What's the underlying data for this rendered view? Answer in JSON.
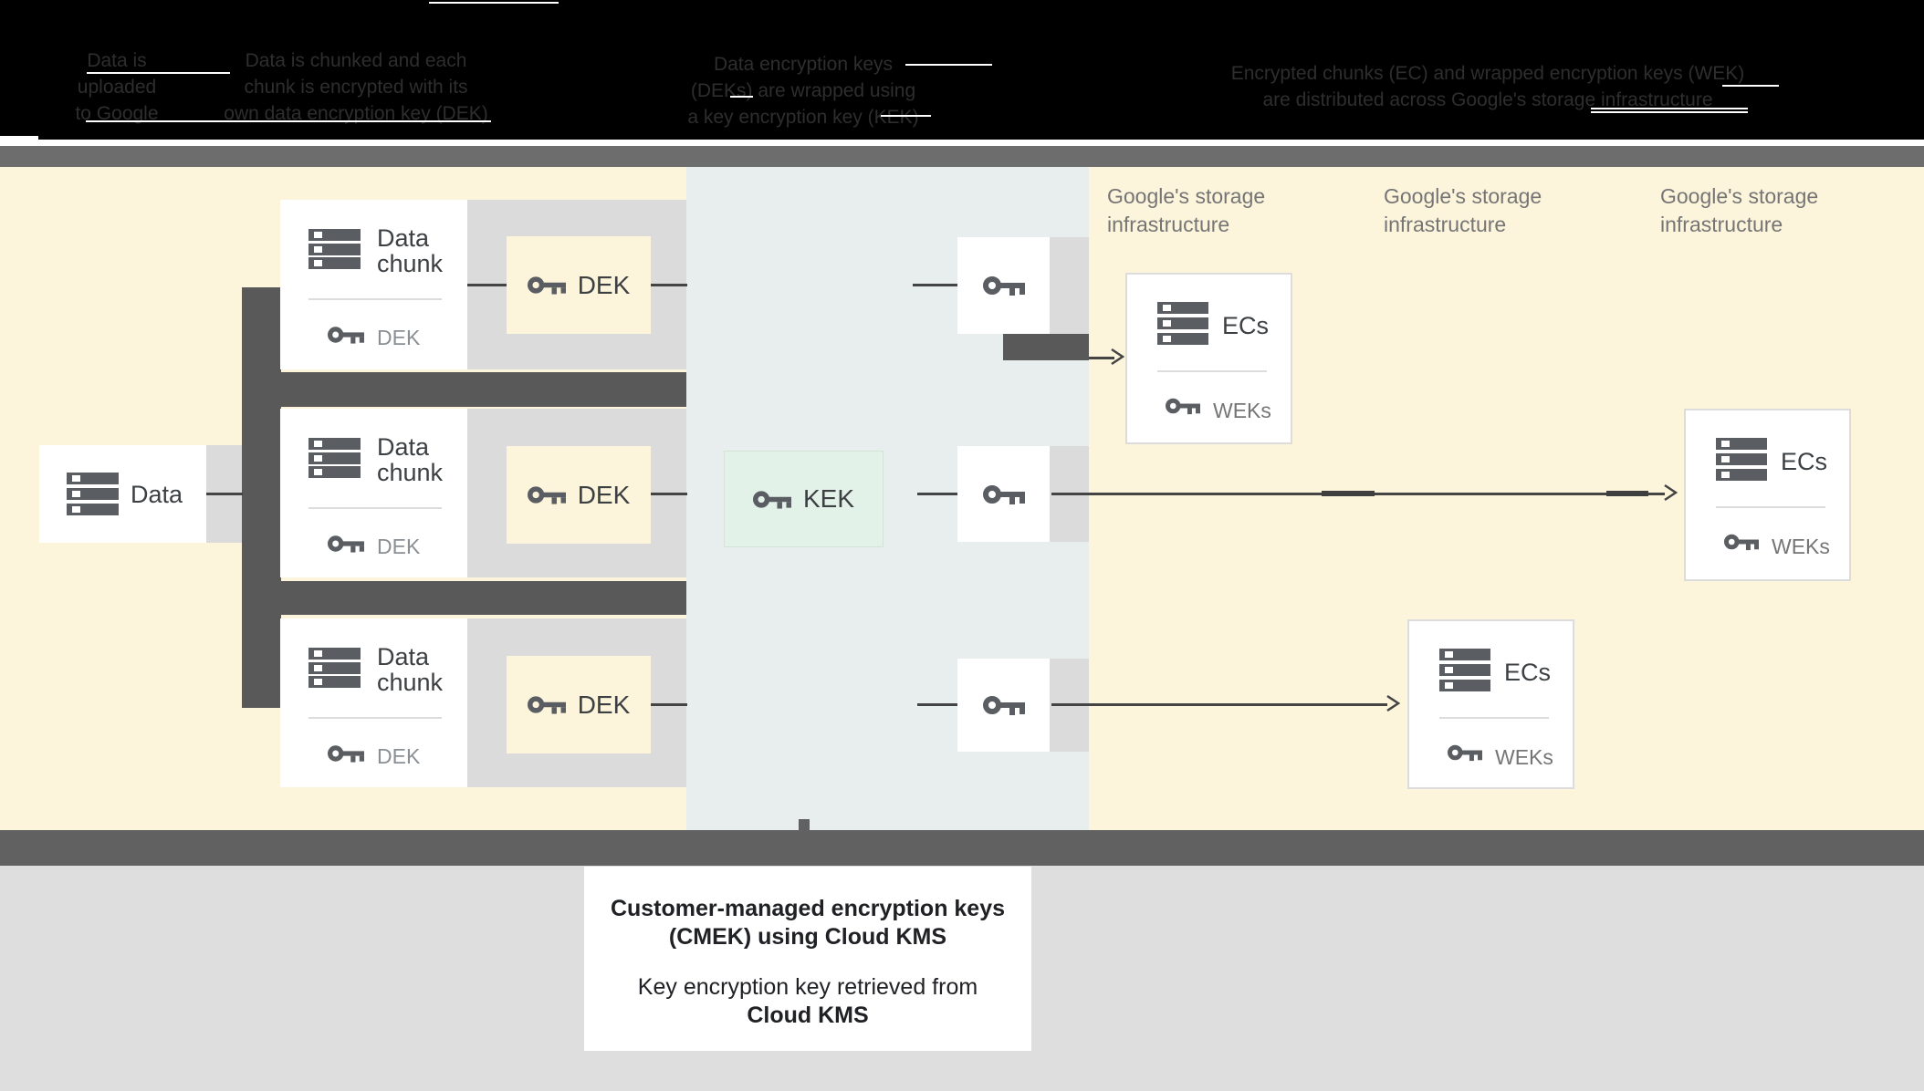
{
  "header": {
    "steps": [
      {
        "lines": [
          "Data is",
          "uploaded",
          "to Google"
        ]
      },
      {
        "lines": [
          "Data is chunked and each",
          "chunk is encrypted with its",
          "own data encryption key (DEK)"
        ]
      },
      {
        "lines": [
          "Data encryption keys",
          "(DEKs) are wrapped using",
          "a key encryption key (KEK)"
        ]
      },
      {
        "lines": [
          "Encrypted chunks (EC) and wrapped encryption keys (WEK)",
          "are distributed across Google's storage infrastructure"
        ]
      }
    ]
  },
  "diagram": {
    "data_box": {
      "label": "Data"
    },
    "chunk_cards": [
      {
        "title_line1": "Data",
        "title_line2": "chunk",
        "key_label": "DEK"
      },
      {
        "title_line1": "Data",
        "title_line2": "chunk",
        "key_label": "DEK"
      },
      {
        "title_line1": "Data",
        "title_line2": "chunk",
        "key_label": "DEK"
      }
    ],
    "dek_boxes": [
      {
        "label": "DEK"
      },
      {
        "label": "DEK"
      },
      {
        "label": "DEK"
      }
    ],
    "kek_box": {
      "label": "KEK"
    },
    "storage_labels": [
      {
        "line1": "Google's storage",
        "line2": "infrastructure"
      },
      {
        "line1": "Google's storage",
        "line2": "infrastructure"
      },
      {
        "line1": "Google's storage",
        "line2": "infrastructure"
      }
    ],
    "ec_boxes": [
      {
        "title": "ECs",
        "key_label": "WEKs"
      },
      {
        "title": "ECs",
        "key_label": "WEKs"
      },
      {
        "title": "ECs",
        "key_label": "WEKs"
      }
    ]
  },
  "caption": {
    "line1": "Customer-managed encryption keys",
    "line2": "(CMEK) using Cloud KMS",
    "line3": "Key encryption key retrieved from",
    "line4": "Cloud KMS"
  },
  "colors": {
    "cream": "#fcf4db",
    "kms": "#e8edee",
    "mint": "#e3f2e8",
    "dark": "#595959",
    "band": "#dbdbdb",
    "topbar": "#6d6d6d",
    "bottombar": "#616161",
    "bottombg": "#dedede",
    "icon": "#5a5d61",
    "darktext": "#3c4043",
    "graytext": "#8a8f94",
    "labelgray": "#757575"
  }
}
